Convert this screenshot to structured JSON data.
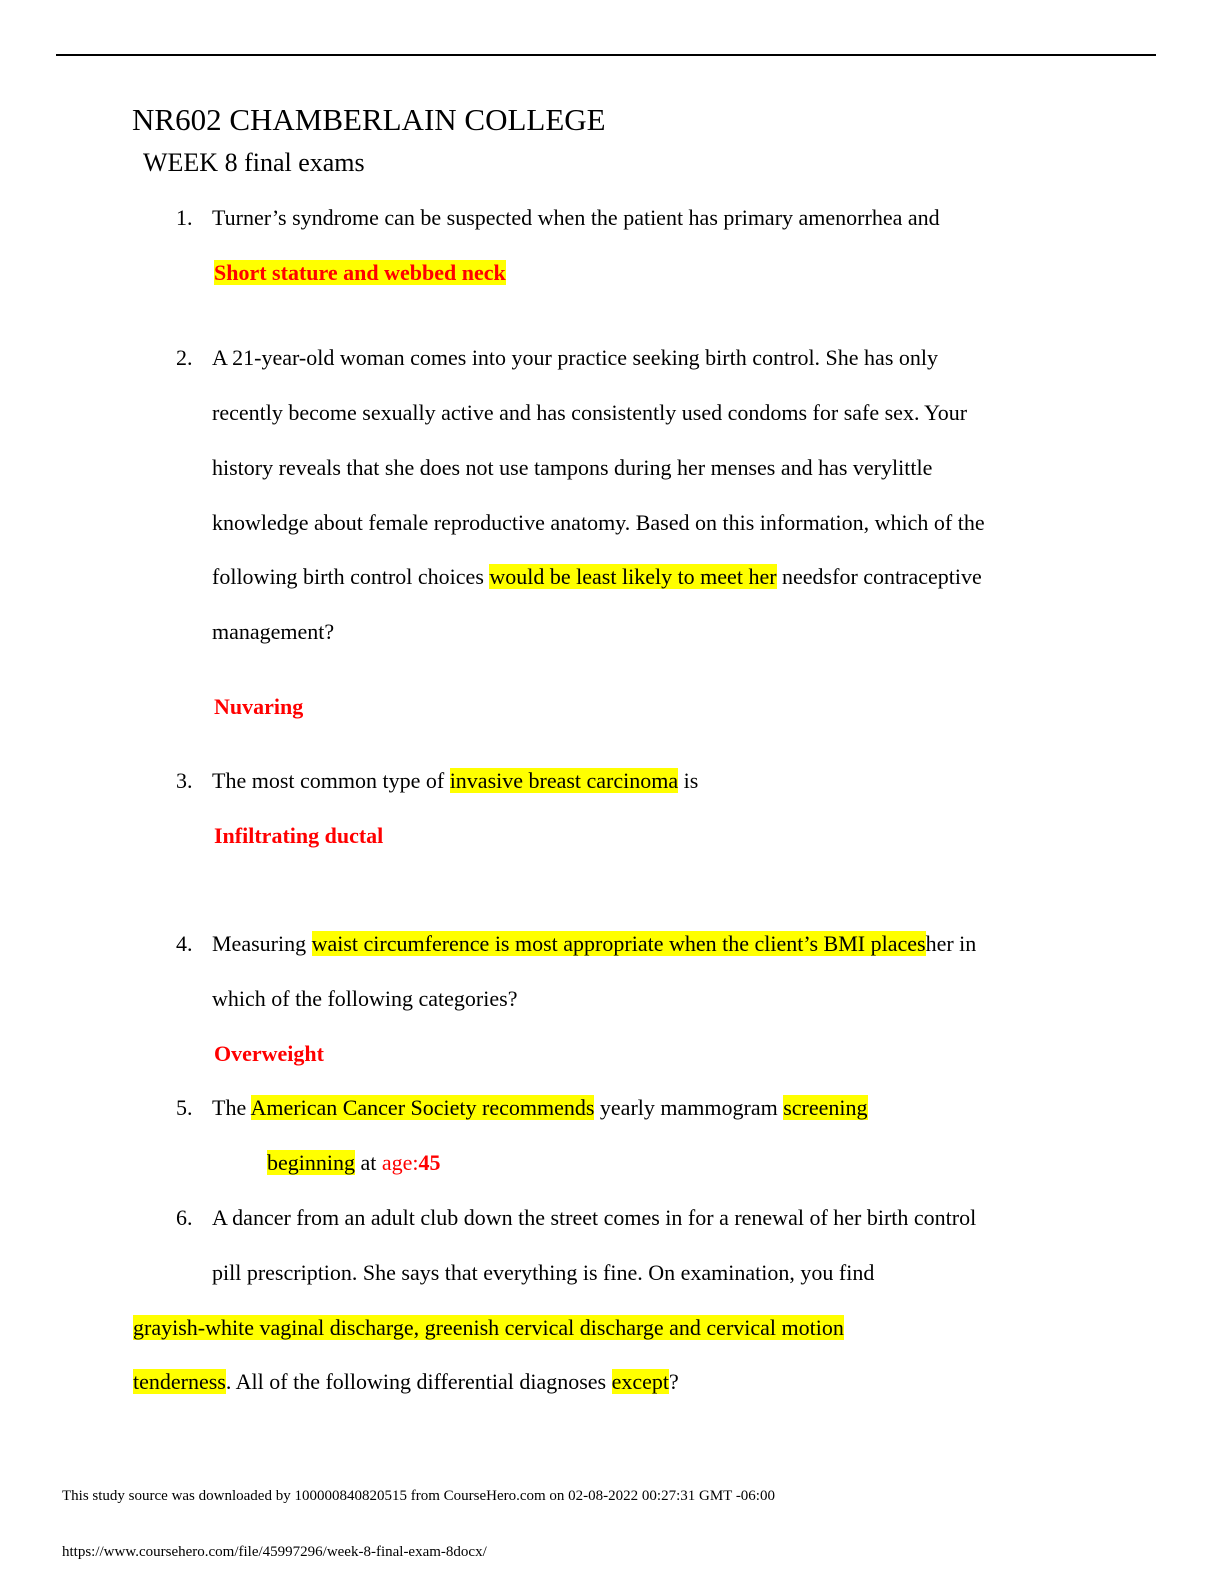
{
  "document": {
    "title": "NR602 CHAMBERLAIN COLLEGE",
    "subtitle": "WEEK 8 final exams"
  },
  "questions": [
    {
      "number": "1.",
      "lines": [
        "Turner’s syndrome can be suspected when the patient has primary amenorrhea and"
      ],
      "answer": "Short stature and webbed neck"
    },
    {
      "number": "2.",
      "lines": [
        "A 21-year-old woman comes into your practice seeking birth control. She has only",
        "recently become sexually active and has consistently used condoms for safe sex. Your",
        "history reveals that she does not use tampons during her menses and has verylittle",
        "knowledge about female reproductive anatomy. Based on this information, which of the"
      ],
      "line5_pre": "following birth control choices ",
      "line5_hl": "would be least likely to meet her",
      "line5_post": " needsfor contraceptive",
      "line6": "management?",
      "answer": "Nuvaring"
    },
    {
      "number": "3.",
      "pre": "The most common type of ",
      "hl": "invasive breast carcinoma",
      "post": " is",
      "answer": "Infiltrating ductal"
    },
    {
      "number": "4.",
      "pre": "Measuring ",
      "hl": "waist circumference is most appropriate when the client’s BMI places",
      "post": "her in",
      "line2": "which of the following categories?",
      "answer": "Overweight"
    },
    {
      "number": "5.",
      "w1": "The ",
      "hl1": "American Cancer Society recommends",
      "w2": " yearly mammogram ",
      "hl2": "screening",
      "hl3": "beginning",
      "w3": " at ",
      "age_label": "age:",
      "age_value": "45"
    },
    {
      "number": "6.",
      "line1": "A dancer from an adult club down the street comes in for a renewal of her birth control",
      "line2": "pill prescription. She says that everything is fine. On examination, you find",
      "line3_hl": "grayish-white vaginal discharge, greenish cervical discharge and cervical motion",
      "line4_hl": "tenderness",
      "line4_mid": ". All of the following differential diagnoses ",
      "line4_hl2": "except",
      "line4_end": "?"
    }
  ],
  "footer": {
    "source": "This study source was downloaded by 100000840820515 from CourseHero.com on 02-08-2022 00:27:31 GMT -06:00",
    "url": "https://www.coursehero.com/file/45997296/week-8-final-exam-8docx/"
  },
  "colors": {
    "highlight": "#ffff00",
    "answer": "#ff0000"
  }
}
